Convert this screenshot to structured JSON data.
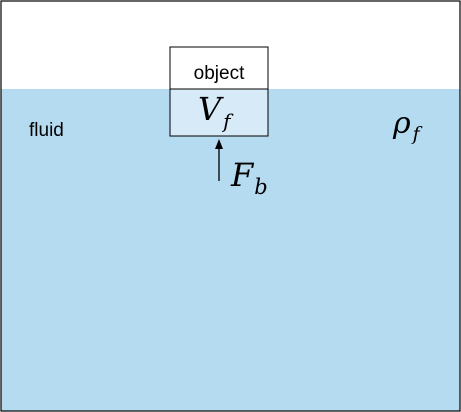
{
  "diagram": {
    "object_label": "object",
    "fluid_label": "fluid",
    "displaced_volume": {
      "symbol": "V",
      "subscript": "f"
    },
    "fluid_density": {
      "symbol": "ρ",
      "subscript": "f"
    },
    "buoyant_force": {
      "symbol": "F",
      "subscript": "b"
    },
    "colors": {
      "fluid": "#b5dbf1",
      "submerged_part": "#d6eaf8",
      "object_above": "#ffffff",
      "stroke": "#000000"
    }
  }
}
